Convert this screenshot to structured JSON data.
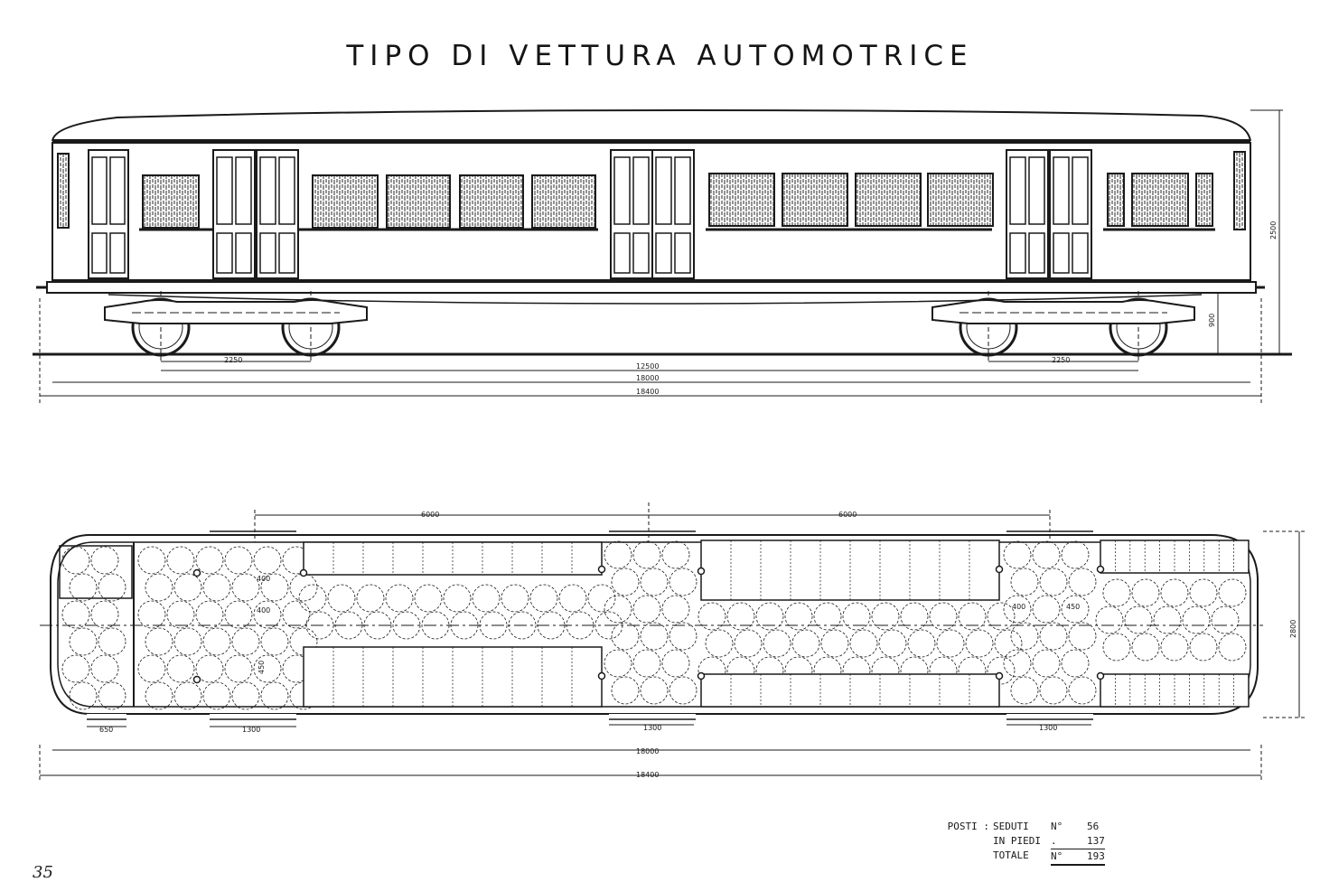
{
  "title": "TIPO DI VETTURA AUTOMOTRICE",
  "side_view": {
    "dims": {
      "bogie_left": "2250",
      "bogie_right": "2250",
      "bogie_centers": "12500",
      "body_length": "18000",
      "overall_length": "18400",
      "height": "2500",
      "floor_height": "900"
    }
  },
  "plan_view": {
    "dims": {
      "half_left": "6000",
      "half_right": "6000",
      "width": "2800",
      "door_left": "1300",
      "door_center": "1300",
      "door_right": "1300",
      "cab": "650",
      "body_length": "18000",
      "overall_length": "18400",
      "aisle_1": "400",
      "aisle_2": "400",
      "aisle_3": "400",
      "aisle_4": "450",
      "seat_gap": "450"
    }
  },
  "capacity": {
    "heading": "POSTI :",
    "rows": [
      {
        "label": "SEDUTI",
        "prefix": "N°",
        "value": "56"
      },
      {
        "label": "IN PIEDI",
        "prefix": ".",
        "value": "137"
      },
      {
        "label": "TOTALE",
        "prefix": "N°",
        "value": "193"
      }
    ]
  },
  "page_number": "35"
}
